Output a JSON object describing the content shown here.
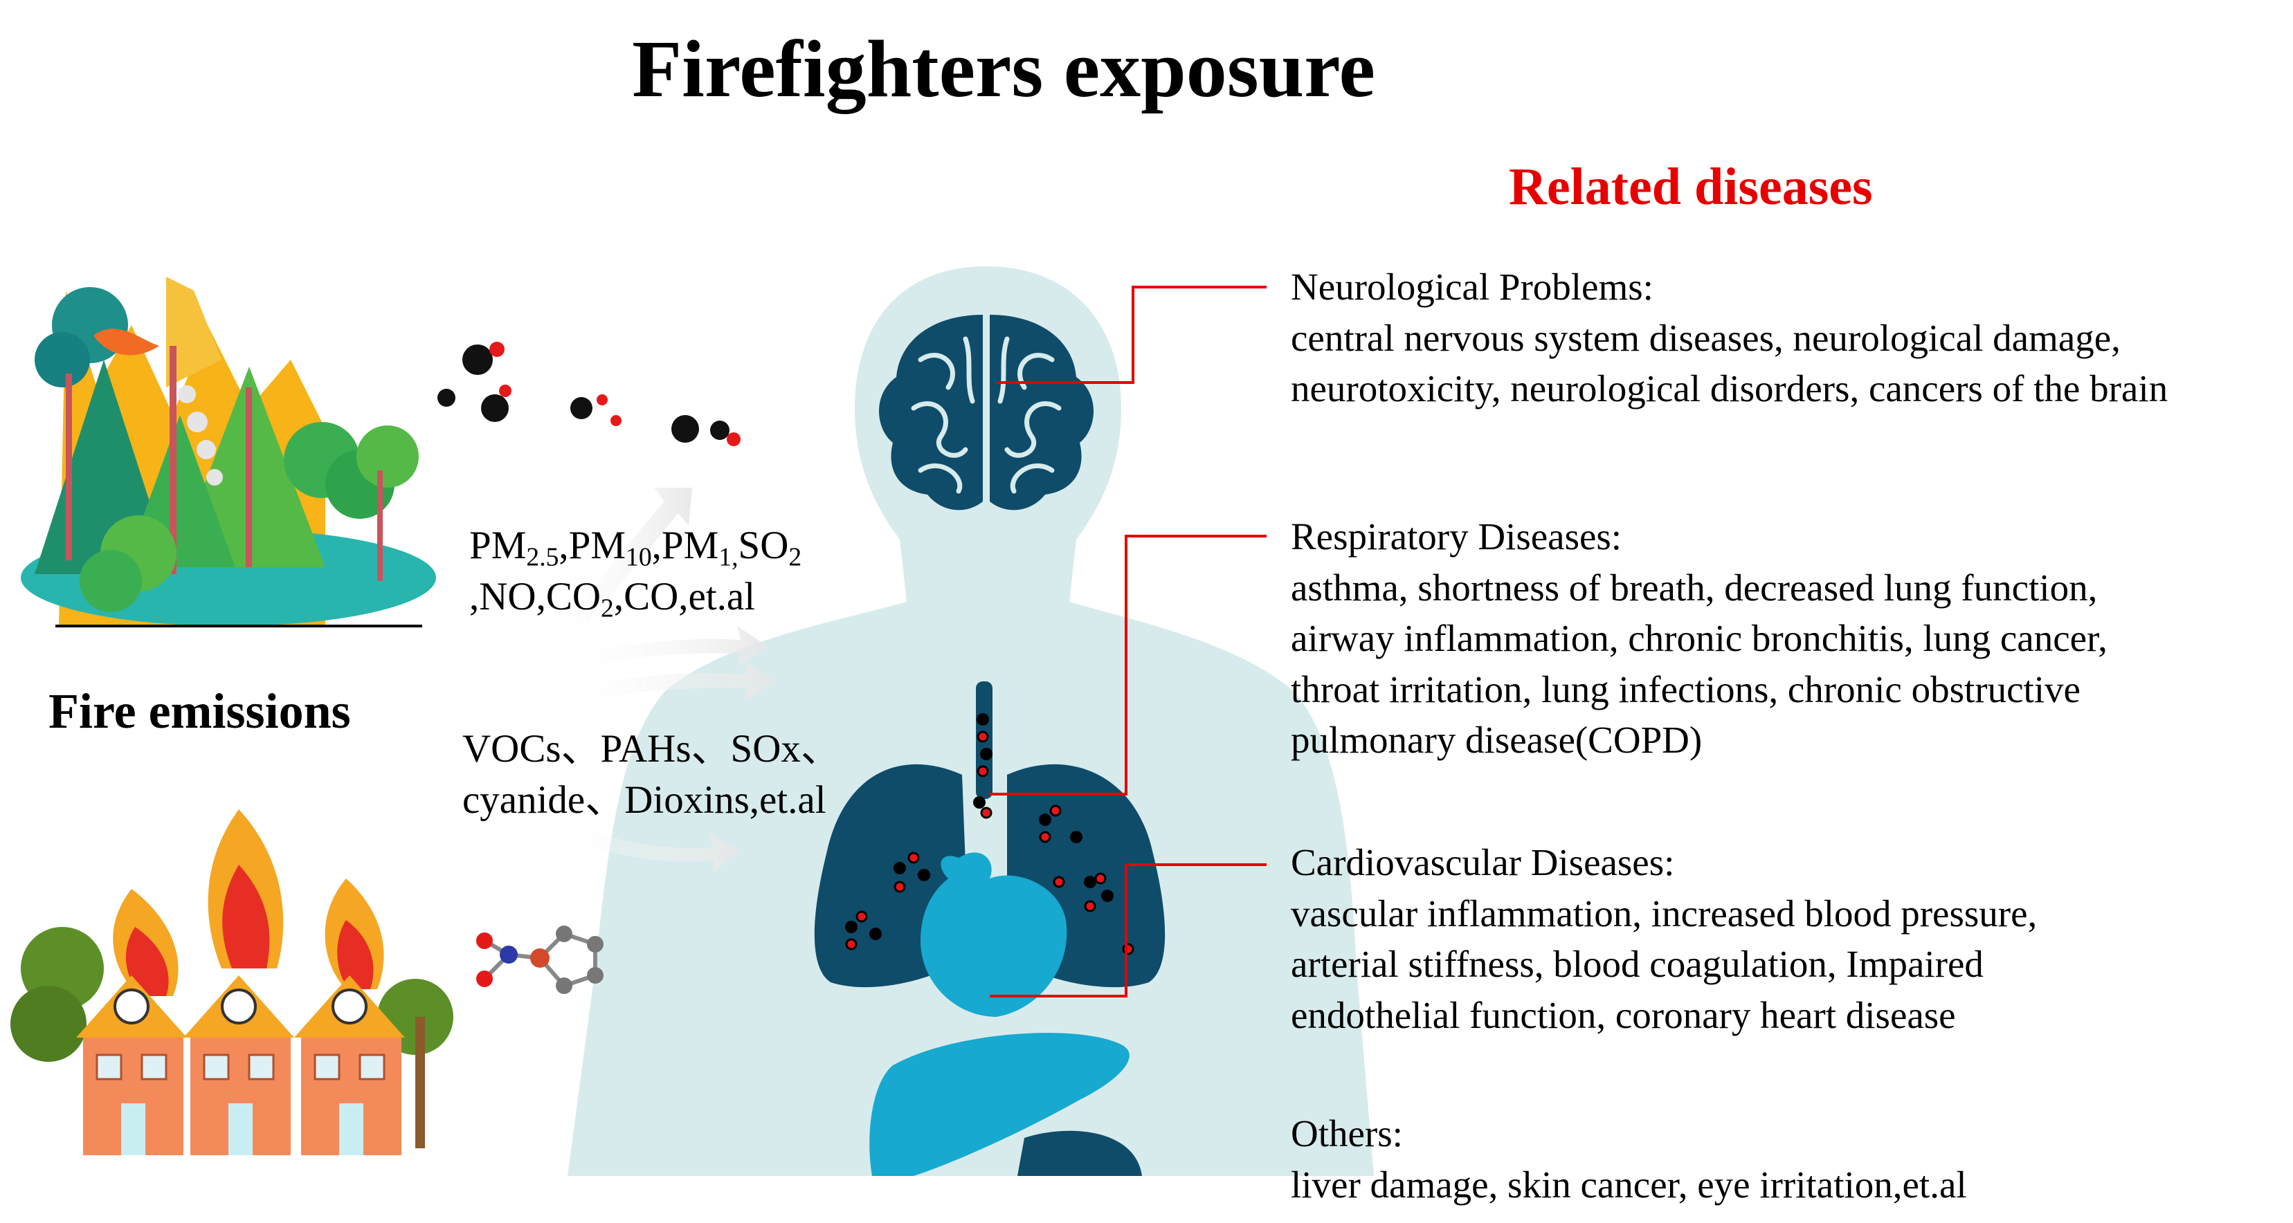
{
  "title": "Firefighters exposure",
  "fire_emissions_label": "Fire emissions",
  "related_title": "Related diseases",
  "pollutant_groups": [
    {
      "line1": [
        {
          "t": "PM"
        },
        {
          "s": "2.5"
        },
        {
          "t": ",PM"
        },
        {
          "s": "10"
        },
        {
          "t": ",PM"
        },
        {
          "s": "1,"
        },
        {
          "t": "SO"
        },
        {
          "s": "2"
        }
      ],
      "line2": [
        {
          "t": ",NO,CO"
        },
        {
          "s": "2"
        },
        {
          "t": ",CO,et.al"
        }
      ]
    },
    {
      "line1": [
        {
          "t": "VOCs、PAHs、SOx、"
        }
      ],
      "line2": [
        {
          "t": "cyanide、Dioxins,et.al"
        }
      ]
    }
  ],
  "diseases": {
    "neuro": {
      "heading": "Neurological Problems:",
      "lines": [
        "central nervous system diseases, neurological damage,",
        "neurotoxicity, neurological disorders, cancers of the brain"
      ]
    },
    "resp": {
      "heading": "Respiratory Diseases:",
      "lines": [
        "asthma, shortness of breath, decreased lung function,",
        "airway inflammation, chronic bronchitis, lung cancer,",
        "throat irritation, lung infections, chronic obstructive",
        "pulmonary disease(COPD)"
      ]
    },
    "cardio": {
      "heading": "Cardiovascular Diseases:",
      "lines": [
        "vascular inflammation, increased blood pressure,",
        "arterial stiffness, blood coagulation, Impaired",
        "endothelial function, coronary heart disease"
      ]
    },
    "others": {
      "heading": "Others:",
      "lines": [
        "liver damage, skin cancer, eye irritation,et.al"
      ]
    }
  },
  "colors": {
    "title_red": "#e60000",
    "connector_red": "#e60000",
    "body_silhouette": "#d7ebec",
    "organ_dark": "#0f4c6a",
    "organ_light": "#17a9cf",
    "particle_red": "#e8141a"
  },
  "icons": [
    "forest-fire-icon",
    "burning-houses-icon",
    "particle-molecules-icon",
    "chemical-molecule-icon",
    "human-body-icon",
    "brain-icon",
    "lungs-icon",
    "heart-icon",
    "liver-icon"
  ]
}
